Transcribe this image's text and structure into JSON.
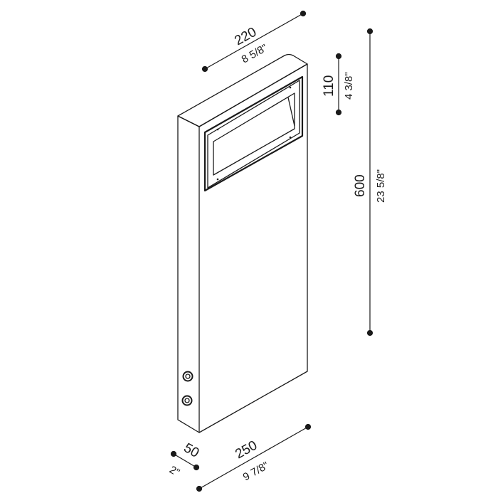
{
  "dimensions": {
    "width_top": {
      "mm": "220",
      "inch": "8 5/8\""
    },
    "window_height": {
      "mm": "110",
      "inch": "4 3/8\""
    },
    "height": {
      "mm": "600",
      "inch": "23 5/8\""
    },
    "depth": {
      "mm": "50",
      "inch": "2\""
    },
    "width_base": {
      "mm": "250",
      "inch": "9 7/8\""
    }
  },
  "colors": {
    "line": "#1a1a1a",
    "background": "#ffffff"
  }
}
